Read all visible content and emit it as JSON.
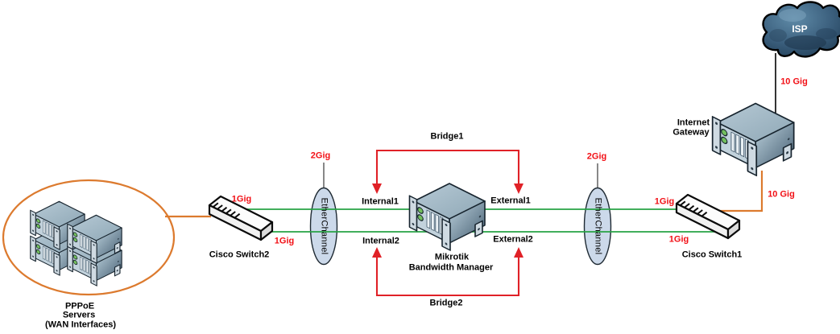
{
  "colors": {
    "orange": "#DC7A2E",
    "green": "#27A244",
    "red_line": "#E02127",
    "red_text": "#F20F15",
    "ellipse_fill": "#CCD9EA",
    "ellipse_stroke": "#1F2A33",
    "label_black": "#000000",
    "cloud_light": "#5F8BA8",
    "cloud_mid": "#3B5F7D",
    "cloud_dark": "#1E3A52"
  },
  "nodes": {
    "pppoe_servers": {
      "label_line1": "PPPoE",
      "label_line2": "Servers",
      "label_line3": "(WAN Interfaces)"
    },
    "cisco_switch2": {
      "label": "Cisco Switch2"
    },
    "etherchannel_left": {
      "label": "EtherChannel"
    },
    "mikrotik": {
      "label_line1": "Mikrotik",
      "label_line2": "Bandwidth Manager"
    },
    "etherchannel_right": {
      "label": "EtherChannel"
    },
    "cisco_switch1": {
      "label": "Cisco Switch1"
    },
    "internet_gateway": {
      "label_line1": "Internet",
      "label_line2": "Gateway"
    },
    "isp_cloud": {
      "label": "ISP"
    }
  },
  "interfaces": {
    "internal1": "Internal1",
    "internal2": "Internal2",
    "external1": "External1",
    "external2": "External2"
  },
  "bridges": {
    "bridge1": "Bridge1",
    "bridge2": "Bridge2"
  },
  "link_labels": {
    "switch2_to_etherchannel_top": "1Gig",
    "switch2_to_etherchannel_bottom": "1Gig",
    "etherchannel_left_aggregate": "2Gig",
    "etherchannel_right_aggregate": "2Gig",
    "switch1_to_etherchannel_top": "1Gig",
    "switch1_to_etherchannel_bottom": "1Gig",
    "switch1_to_gateway": "10 Gig",
    "gateway_to_isp": "10 Gig"
  }
}
